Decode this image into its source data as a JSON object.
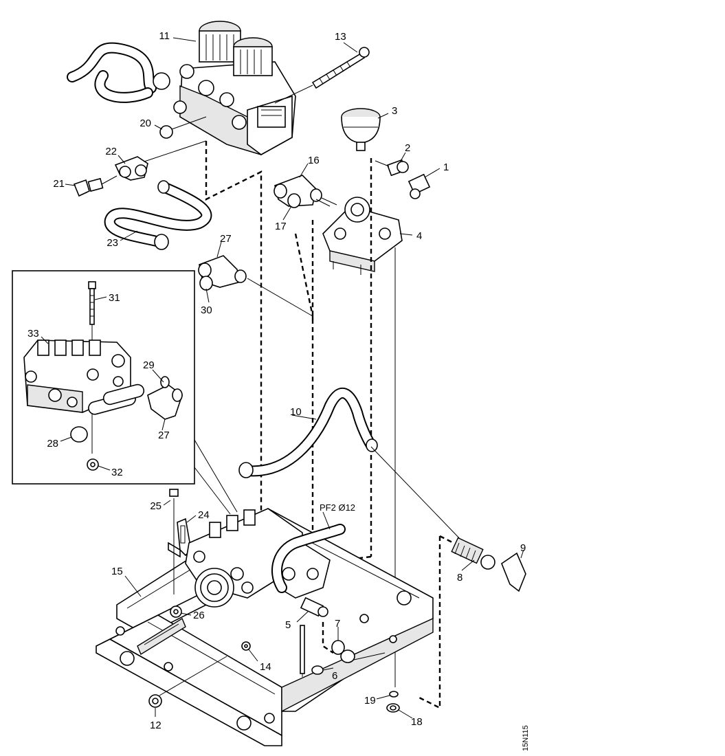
{
  "diagram": {
    "callouts": {
      "n1": "1",
      "n2": "2",
      "n3": "3",
      "n4": "4",
      "n5": "5",
      "n6": "6",
      "n7": "7",
      "n8": "8",
      "n9": "9",
      "n10": "10",
      "n11": "11",
      "n12": "12",
      "n13": "13",
      "n14": "14",
      "n15": "15",
      "n16": "16",
      "n17": "17",
      "n18": "18",
      "n19": "19",
      "n20": "20",
      "n21": "21",
      "n22": "22",
      "n23": "23",
      "n24": "24",
      "n25": "25",
      "n26": "26",
      "n27a": "27",
      "n27b": "27",
      "n28": "28",
      "n29": "29",
      "n30": "30",
      "n31": "31",
      "n32": "32",
      "n33": "33"
    },
    "pipe_note": "PF2 Ø12",
    "drawing_ref": "15N115"
  }
}
